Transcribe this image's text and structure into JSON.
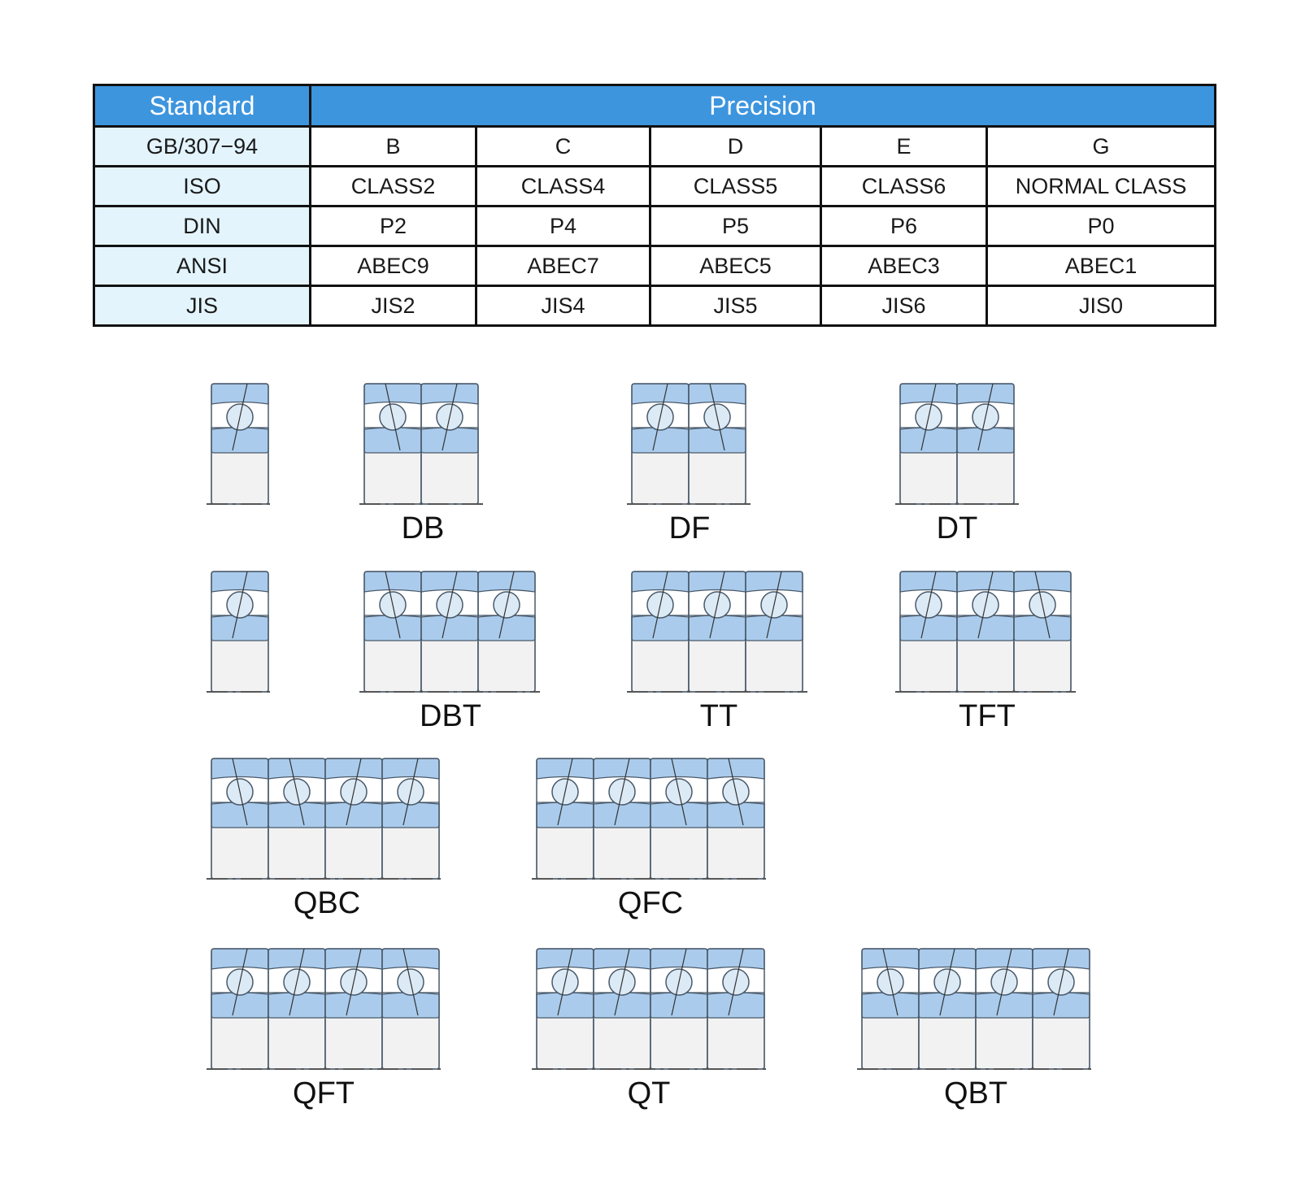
{
  "table": {
    "header": {
      "standard": "Standard",
      "precision": "Precision"
    },
    "rows": [
      {
        "standard": "GB/307−94",
        "values": [
          "B",
          "C",
          "D",
          "E",
          "G"
        ]
      },
      {
        "standard": "ISO",
        "values": [
          "CLASS2",
          "CLASS4",
          "CLASS5",
          "CLASS6",
          "NORMAL CLASS"
        ]
      },
      {
        "standard": "DIN",
        "values": [
          "P2",
          "P4",
          "P5",
          "P6",
          "P0"
        ]
      },
      {
        "standard": "ANSI",
        "values": [
          "ABEC9",
          "ABEC7",
          "ABEC5",
          "ABEC3",
          "ABEC1"
        ]
      },
      {
        "standard": "JIS",
        "values": [
          "JIS2",
          "JIS4",
          "JIS5",
          "JIS6",
          "JIS0"
        ]
      }
    ]
  },
  "colors": {
    "header_bg": "#3d95de",
    "standard_column_bg": "#e3f4fd",
    "ring_blue": "#aacbec",
    "housing_fill": "#f2f2f2",
    "outline": "#4a5a6a"
  },
  "arrangements": [
    {
      "id": "single-1",
      "label": "",
      "units": 1,
      "contact": "/"
    },
    {
      "id": "db",
      "label": "DB",
      "units": 2,
      "contact": "\\/"
    },
    {
      "id": "df",
      "label": "DF",
      "units": 2,
      "contact": "/\\"
    },
    {
      "id": "dt",
      "label": "DT",
      "units": 2,
      "contact": "//"
    },
    {
      "id": "single-2",
      "label": "",
      "units": 1,
      "contact": "/"
    },
    {
      "id": "dbt",
      "label": "DBT",
      "units": 3,
      "contact": "\\//"
    },
    {
      "id": "tt",
      "label": "TT",
      "units": 3,
      "contact": "///"
    },
    {
      "id": "tft",
      "label": "TFT",
      "units": 3,
      "contact": "//\\"
    },
    {
      "id": "qbc",
      "label": "QBC",
      "units": 4,
      "contact": "\\\\//"
    },
    {
      "id": "qfc",
      "label": "QFC",
      "units": 4,
      "contact": "//\\\\"
    },
    {
      "id": "qft",
      "label": "QFT",
      "units": 4,
      "contact": "///\\"
    },
    {
      "id": "qt",
      "label": "QT",
      "units": 4,
      "contact": "////"
    },
    {
      "id": "qbt",
      "label": "QBT",
      "units": 4,
      "contact": "\\///"
    }
  ]
}
